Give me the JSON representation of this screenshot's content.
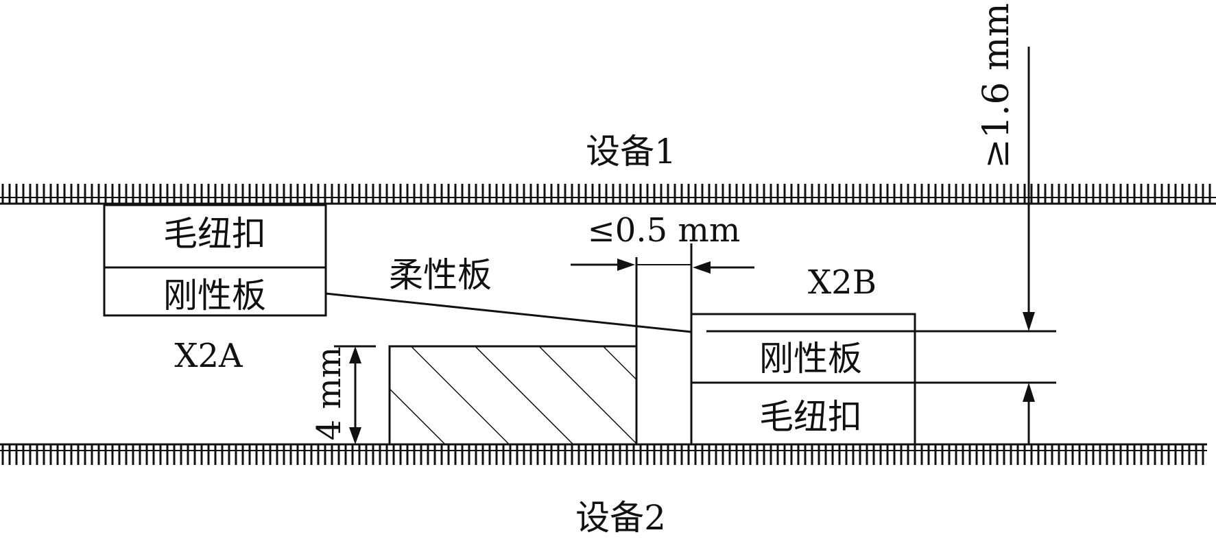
{
  "labels": {
    "device_top": "设备1",
    "device_bottom": "设备2",
    "x2a": {
      "name": "X2A",
      "felt_button": "毛纽扣",
      "rigid_board": "刚性板"
    },
    "x2b": {
      "name": "X2B",
      "felt_button": "毛纽扣",
      "rigid_board": "刚性板"
    },
    "flex_board": "柔性板",
    "gap_dim": "≤0.5 mm",
    "height_dim": "4 mm",
    "clearance_dim": "≥1.6 mm"
  }
}
